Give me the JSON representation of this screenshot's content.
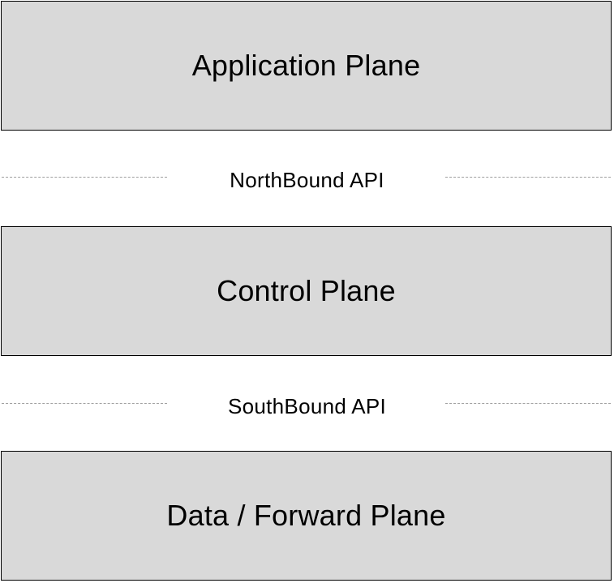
{
  "planes": {
    "application": "Application Plane",
    "control": "Control Plane",
    "data": "Data / Forward Plane"
  },
  "apis": {
    "north": "NorthBound API",
    "south": "SouthBound API"
  },
  "colors": {
    "plane_fill": "#d9d9d9",
    "plane_border": "#000000",
    "dash_line": "#9e9e9e"
  }
}
